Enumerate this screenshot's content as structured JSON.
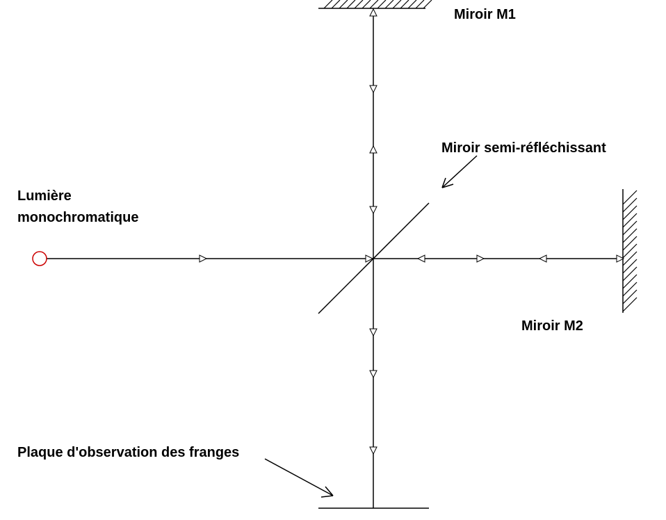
{
  "labels": {
    "mirror_m1": "Miroir M1",
    "mirror_m2": "Miroir M2",
    "beam_splitter": "Miroir semi-réfléchissant",
    "light_line1": "Lumière",
    "light_line2": "monochromatique",
    "screen": "Plaque d'observation des franges"
  },
  "colors": {
    "source": "#cc0000",
    "lines": "#000000",
    "background": "#ffffff"
  }
}
